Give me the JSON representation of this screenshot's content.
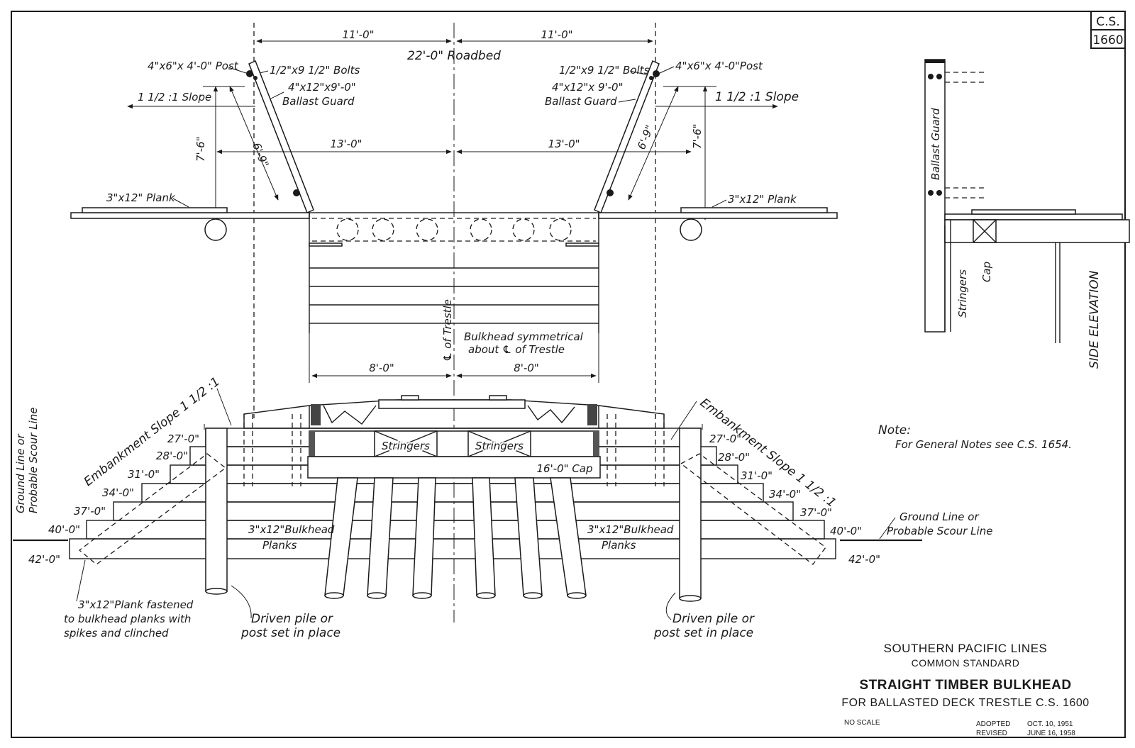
{
  "corner_box": {
    "line1": "C.S.",
    "line2": "1660"
  },
  "top_view": {
    "dim_left_half": "11'-0\"",
    "dim_right_half": "11'-0\"",
    "roadbed": "22'-0\" Roadbed",
    "post_left": "4\"x6\"x 4'-0\" Post",
    "bolts_left": "1/2\"x9 1/2\" Bolts",
    "guard_left_1": "4\"x12\"x9'-0\"",
    "guard_left_2": "Ballast Guard",
    "slope_left": "1 1/2 :1 Slope",
    "bolts_right": "1/2\"x9 1/2\" Bolts",
    "post_right": "4\"x6\"x 4'-0\"Post",
    "guard_right_1": "4\"x12\"x 9'-0\"",
    "guard_right_2": "Ballast Guard",
    "slope_right": "1 1/2 :1 Slope",
    "dim_13_left": "13'-0\"",
    "dim_13_right": "13'-0\"",
    "dim_69_left": "6'-9\"",
    "dim_69_right": "6'-9\"",
    "dim_76_left": "7'-6\"",
    "dim_76_right": "7'-6\"",
    "plank_left": "3\"x12\" Plank",
    "plank_right": "3\"x12\" Plank",
    "centerline": "℄ of Trestle",
    "symmetry_1": "Bulkhead  symmetrical",
    "symmetry_2": "about ℄ of Trestle",
    "dim_8_left": "8'-0\"",
    "dim_8_right": "8'-0\""
  },
  "side_view": {
    "ballast_guard": "Ballast Guard",
    "stringers": "Stringers",
    "cap": "Cap",
    "title": "SIDE ELEVATION"
  },
  "elevation": {
    "embankment_left": "Embankment Slope 1 1/2 :1",
    "embankment_right": "Embankment Slope 1 1/2 :1",
    "lengths_left": [
      "27'-0\"",
      "28'-0\"",
      "31'-0\"",
      "34'-0\"",
      "37'-0\"",
      "40'-0\"",
      "42'-0\""
    ],
    "lengths_right": [
      "27'-0\"",
      "28'-0\"",
      "31'-0\"",
      "34'-0\"",
      "37'-0\"",
      "40'-0\"",
      "42'-0\""
    ],
    "stringers_left": "Stringers",
    "stringers_right": "Stringers",
    "cap": "16'-0\" Cap",
    "bulkhead_left_1": "3\"x12\"Bulkhead",
    "bulkhead_left_2": "Planks",
    "bulkhead_right_1": "3\"x12\"Bulkhead",
    "bulkhead_right_2": "Planks",
    "ground_left_1": "Ground Line or",
    "ground_left_2": "Probable Scour Line",
    "ground_right_1": "Ground Line or",
    "ground_right_2": "Probable Scour Line",
    "plank_note_1": "3\"x12\"Plank fastened",
    "plank_note_2": "to bulkhead planks with",
    "plank_note_3": "spikes and clinched",
    "pile_left_1": "Driven pile or",
    "pile_left_2": "post set in place",
    "pile_right_1": "Driven pile or",
    "pile_right_2": "post set in place"
  },
  "note": {
    "label": "Note:",
    "text": "For General Notes see C.S. 1654."
  },
  "title_block": {
    "line1": "SOUTHERN PACIFIC LINES",
    "line2": "COMMON STANDARD",
    "line3": "STRAIGHT TIMBER BULKHEAD",
    "line4": "FOR BALLASTED DECK TRESTLE C.S. 1600",
    "scale": "NO SCALE",
    "adopted_label": "ADOPTED",
    "adopted_date": "OCT. 10, 1951",
    "revised_label": "REVISED",
    "revised_date": "JUNE 16, 1958"
  }
}
